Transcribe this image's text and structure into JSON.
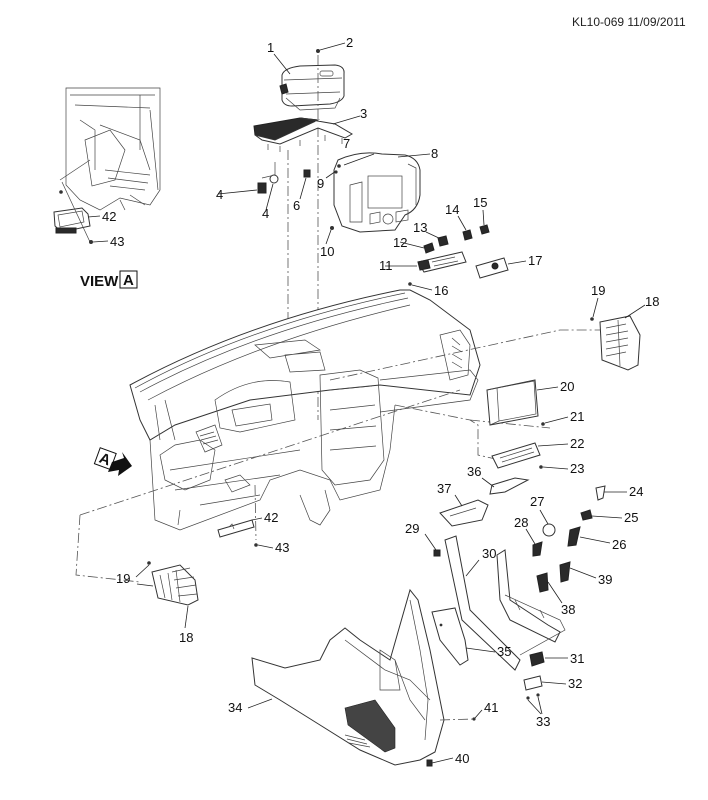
{
  "header": {
    "document_id": "KL10-069 11/09/2011"
  },
  "view": {
    "label": "VIEW",
    "letter": "A",
    "arrow_letter": "A"
  },
  "callouts": {
    "c1": "1",
    "c2": "2",
    "c3": "3",
    "c4a": "4",
    "c4b": "4",
    "c6": "6",
    "c7": "7",
    "c8": "8",
    "c9": "9",
    "c10": "10",
    "c11": "11",
    "c12": "12",
    "c13": "13",
    "c14": "14",
    "c15": "15",
    "c16": "16",
    "c17": "17",
    "c18a": "18",
    "c18b": "18",
    "c19a": "19",
    "c19b": "19",
    "c20": "20",
    "c21": "21",
    "c22": "22",
    "c23": "23",
    "c24": "24",
    "c25": "25",
    "c26": "26",
    "c27": "27",
    "c28": "28",
    "c29": "29",
    "c30": "30",
    "c31": "31",
    "c32": "32",
    "c33": "33",
    "c34": "34",
    "c35": "35",
    "c36": "36",
    "c37": "37",
    "c38": "38",
    "c39": "39",
    "c40": "40",
    "c41": "41",
    "c42a": "42",
    "c42b": "42",
    "c43a": "43",
    "c43b": "43"
  }
}
